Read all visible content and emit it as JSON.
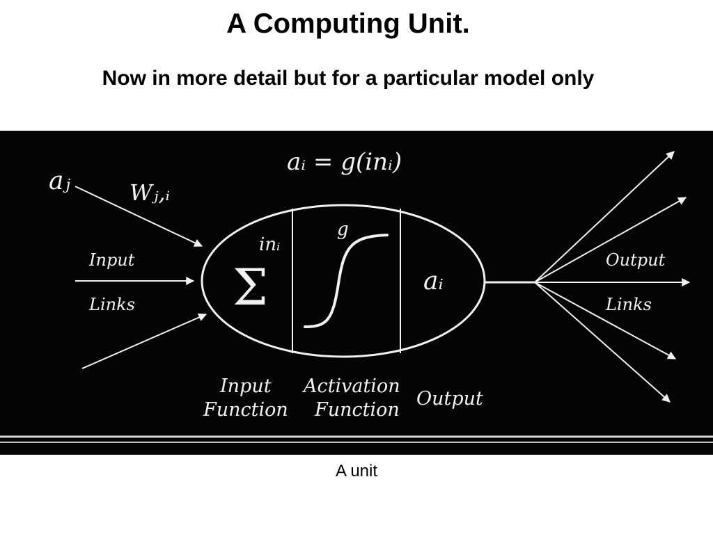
{
  "slide": {
    "title": "A Computing Unit.",
    "subtitle": "Now in more detail but for a particular model only",
    "caption": "A unit"
  },
  "diagram": {
    "equation": "aᵢ = g(inᵢ)",
    "input_activation": "aⱼ",
    "weight": "Wⱼ,ᵢ",
    "input_links_line1": "Input",
    "input_links_line2": "Links",
    "sum_label": "inᵢ",
    "sum_symbol": "Σ",
    "activation_symbol": "g",
    "output_activation": "aᵢ",
    "output_links_line1": "Output",
    "output_links_line2": "Links",
    "input_function_line1": "Input",
    "input_function_line2": "Function",
    "activation_function_line1": "Activation",
    "activation_function_line2": "Function",
    "output_section": "Output"
  },
  "colors": {
    "panel_background": "#050505",
    "diagram_stroke": "#f2f2f2"
  }
}
